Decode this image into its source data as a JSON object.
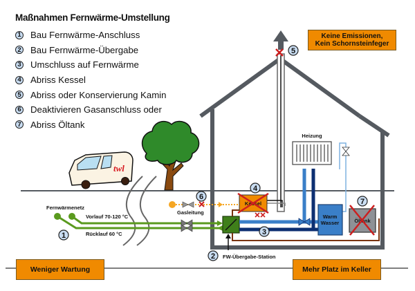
{
  "title": "Maßnahmen Fernwärme-Umstellung",
  "legend": [
    {
      "num": "1",
      "label": "Bau Fernwärme-Anschluss"
    },
    {
      "num": "2",
      "label": "Bau Fernwärme-Übergabe"
    },
    {
      "num": "3",
      "label": "Umschluss auf Fernwärme"
    },
    {
      "num": "4",
      "label": "Abriss Kessel"
    },
    {
      "num": "5",
      "label": "Abriss oder Konservierung Kamin"
    },
    {
      "num": "6",
      "label": "Deaktivieren Gasanschluss oder"
    },
    {
      "num": "7",
      "label": "Abriss Öltank"
    }
  ],
  "badges": {
    "emissions_line1": "Keine Emissionen,",
    "emissions_line2": "Kein Schornsteinfeger",
    "maintenance": "Weniger Wartung",
    "space": "Mehr Platz im Keller"
  },
  "labels": {
    "network": "Fernwärmenetz",
    "supply": "Vorlauf  70-120 °C",
    "return": "Rücklauf 60 °C",
    "gas_line": "Gasleitung",
    "heating": "Heizung",
    "boiler": "Kessel",
    "warm_water_1": "Warm",
    "warm_water_2": "Wasser",
    "oil_tank": "Öltank",
    "station": "FW-Übergabe-Station",
    "van_logo": "twl"
  },
  "markers": {
    "m1": "1",
    "m2": "2",
    "m3": "3",
    "m4": "4",
    "m5": "5",
    "m6": "6",
    "m7": "7"
  },
  "colors": {
    "accent_orange": "#f08a00",
    "district_heating_green": "#5a9a1e",
    "supply_blue": "#3a7fc8",
    "return_navy": "#0d2f72",
    "gas_orange": "#f5a623",
    "removal_red": "#cc1f1f",
    "house_gray": "#555a60"
  }
}
